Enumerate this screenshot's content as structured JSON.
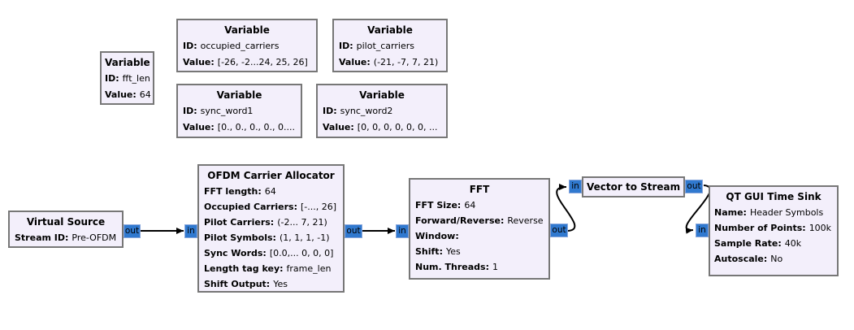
{
  "colors": {
    "canvas_bg": "#ffffff",
    "block_fill": "#f3effb",
    "block_border": "#777777",
    "port_fill": "#3079cf",
    "port_border": "#8aa7dc",
    "wire": "#000000"
  },
  "blocks": [
    {
      "name": "variable-fft-len",
      "title": "Variable",
      "params": [
        {
          "label": "ID:",
          "value": "fft_len"
        },
        {
          "label": "Value:",
          "value": "64"
        }
      ]
    },
    {
      "name": "variable-occupied-carriers",
      "title": "Variable",
      "params": [
        {
          "label": "ID:",
          "value": "occupied_carriers"
        },
        {
          "label": "Value:",
          "value": "[-26, -2...24, 25, 26]"
        }
      ]
    },
    {
      "name": "variable-pilot-carriers",
      "title": "Variable",
      "params": [
        {
          "label": "ID:",
          "value": "pilot_carriers"
        },
        {
          "label": "Value:",
          "value": "(-21, -7, 7, 21)"
        }
      ]
    },
    {
      "name": "variable-sync-word1",
      "title": "Variable",
      "params": [
        {
          "label": "ID:",
          "value": "sync_word1"
        },
        {
          "label": "Value:",
          "value": "[0., 0., 0., 0., 0...."
        }
      ]
    },
    {
      "name": "variable-sync-word2",
      "title": "Variable",
      "params": [
        {
          "label": "ID:",
          "value": "sync_word2"
        },
        {
          "label": "Value:",
          "value": "[0, 0, 0, 0, 0, 0, ..."
        }
      ]
    },
    {
      "name": "virtual-source",
      "title": "Virtual Source",
      "params": [
        {
          "label": "Stream ID:",
          "value": "Pre-OFDM"
        }
      ]
    },
    {
      "name": "ofdm-carrier-allocator",
      "title": "OFDM Carrier Allocator",
      "params": [
        {
          "label": "FFT length:",
          "value": "64"
        },
        {
          "label": "Occupied Carriers:",
          "value": "[-..., 26]"
        },
        {
          "label": "Pilot Carriers:",
          "value": "(-2... 7, 21)"
        },
        {
          "label": "Pilot Symbols:",
          "value": "(1, 1, 1, -1)"
        },
        {
          "label": "Sync Words:",
          "value": "[0.0,... 0, 0, 0]"
        },
        {
          "label": "Length tag key:",
          "value": "frame_len"
        },
        {
          "label": "Shift Output:",
          "value": "Yes"
        }
      ]
    },
    {
      "name": "fft",
      "title": "FFT",
      "params": [
        {
          "label": "FFT Size:",
          "value": "64"
        },
        {
          "label": "Forward/Reverse:",
          "value": "Reverse"
        },
        {
          "label": "Window:",
          "value": ""
        },
        {
          "label": "Shift:",
          "value": "Yes"
        },
        {
          "label": "Num. Threads:",
          "value": "1"
        }
      ]
    },
    {
      "name": "vector-to-stream",
      "title": "Vector to Stream",
      "params": []
    },
    {
      "name": "qt-gui-time-sink",
      "title": "QT GUI Time Sink",
      "params": [
        {
          "label": "Name:",
          "value": "Header Symbols"
        },
        {
          "label": "Number of Points:",
          "value": "100k"
        },
        {
          "label": "Sample Rate:",
          "value": "40k"
        },
        {
          "label": "Autoscale:",
          "value": "No"
        }
      ]
    }
  ],
  "ports": [
    {
      "label": "out"
    },
    {
      "label": "in"
    },
    {
      "label": "out"
    },
    {
      "label": "in"
    },
    {
      "label": "out"
    },
    {
      "label": "in"
    },
    {
      "label": "out"
    },
    {
      "label": "in"
    }
  ]
}
